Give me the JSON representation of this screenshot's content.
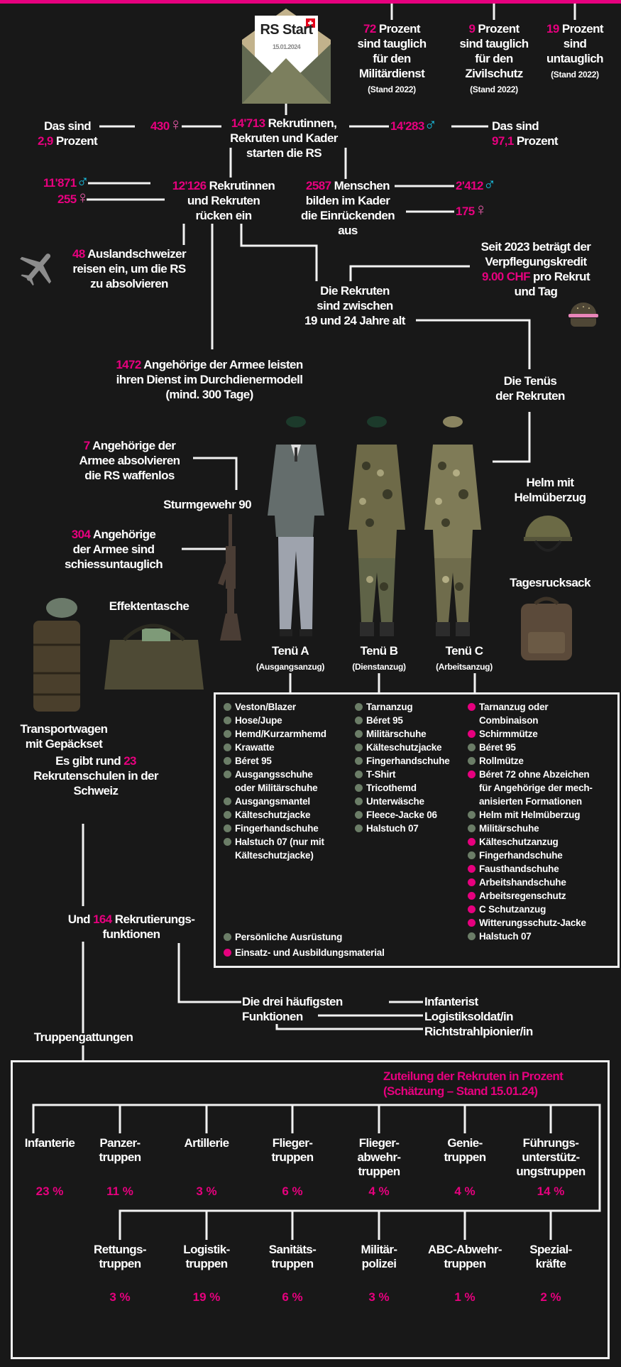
{
  "accent": "#e6007e",
  "envelope": {
    "title": "RS Start",
    "date": "15.01.2024"
  },
  "stats_top": [
    {
      "num": "72",
      "text": [
        "Prozent",
        "sind tauglich",
        "für den",
        "Militärdienst"
      ],
      "note": "(Stand 2022)"
    },
    {
      "num": "9",
      "text": [
        "Prozent",
        "sind tauglich",
        "für den",
        "Zivilschutz"
      ],
      "note": "(Stand 2022)"
    },
    {
      "num": "19",
      "text": [
        "Prozent",
        "sind",
        "untauglich"
      ],
      "note": "(Stand 2022)"
    }
  ],
  "start": {
    "num": "14'713",
    "l1": "Rekrutinnen,",
    "l2": "Rekruten und Kader",
    "l3": "starten die RS"
  },
  "women_total": {
    "num": "430",
    "pre": "Das sind",
    "pct": "2,9",
    "pct_label": "Prozent"
  },
  "men_total": {
    "num": "14'283",
    "pre": "Das sind",
    "pct": "97,1",
    "pct_label": "Prozent"
  },
  "recruits": {
    "num": "12'126",
    "l1": "Rekrutinnen",
    "l2": "und Rekruten",
    "l3": "rücken ein",
    "men": "11'871",
    "women": "255"
  },
  "kader": {
    "num": "2587",
    "l1": "Menschen",
    "l2": "bilden im Kader",
    "l3": "die Einrückenden",
    "l4": "aus",
    "men": "2'412",
    "women": "175"
  },
  "abroad": {
    "num": "48",
    "l1": "Auslandschweizer",
    "l2": "reisen ein, um die RS",
    "l3": "zu absolvieren"
  },
  "food": {
    "l1": "Seit 2023 beträgt der",
    "l2": "Verpflegungskredit",
    "amount": "9.00 CHF",
    "l3": "pro Rekrut",
    "l4": "und Tag"
  },
  "age": {
    "l1": "Die Rekruten",
    "l2": "sind zwischen",
    "l3": "19 und 24 Jahre alt"
  },
  "durchdiener": {
    "num": "1472",
    "l1": "Angehörige der Armee leisten",
    "l2": "ihren Dienst im Durchdienermodell",
    "l3": "(mind. 300 Tage)"
  },
  "tenues_title": {
    "l1": "Die Tenüs",
    "l2": "der Rekruten"
  },
  "unarmed": {
    "num": "7",
    "l1": "Angehörige der",
    "l2": "Armee absolvieren",
    "l3": "die RS waffenlos"
  },
  "rifle": "Sturmgewehr 90",
  "unfit_shoot": {
    "num": "304",
    "l1": "Angehörige",
    "l2": "der Armee sind",
    "l3": "schiessuntauglich"
  },
  "helmet": {
    "l1": "Helm mit",
    "l2": "Helmüberzug"
  },
  "daypack": "Tagesrucksack",
  "bag": "Effektentasche",
  "cart": {
    "l1": "Transportwagen",
    "l2": "mit Gepäckset"
  },
  "tenues": [
    {
      "name": "Tenü A",
      "sub": "(Ausgangsanzug)"
    },
    {
      "name": "Tenü B",
      "sub": "(Dienstanzug)"
    },
    {
      "name": "Tenü C",
      "sub": "(Arbeitsanzug)"
    }
  ],
  "colors": {
    "personal": "#6b7d67",
    "material": "#e6007e"
  },
  "lists": [
    [
      {
        "t": "Veston/Blazer",
        "k": "personal"
      },
      {
        "t": "Hose/Jupe",
        "k": "personal"
      },
      {
        "t": "Hemd/Kurzarmhemd",
        "k": "personal"
      },
      {
        "t": "Krawatte",
        "k": "personal"
      },
      {
        "t": "Béret 95",
        "k": "personal"
      },
      {
        "t": "Ausgangsschuhe\noder Militärschuhe",
        "k": "personal"
      },
      {
        "t": "Ausgangsmantel",
        "k": "personal"
      },
      {
        "t": "Kälteschutzjacke",
        "k": "personal"
      },
      {
        "t": "Fingerhandschuhe",
        "k": "personal"
      },
      {
        "t": "Halstuch 07 (nur mit\nKälteschutzjacke)",
        "k": "personal"
      }
    ],
    [
      {
        "t": "Tarnanzug",
        "k": "personal"
      },
      {
        "t": "Béret 95",
        "k": "personal"
      },
      {
        "t": "Militärschuhe",
        "k": "personal"
      },
      {
        "t": "Kälteschutzjacke",
        "k": "personal"
      },
      {
        "t": "Fingerhandschuhe",
        "k": "personal"
      },
      {
        "t": "T-Shirt",
        "k": "personal"
      },
      {
        "t": "Tricothemd",
        "k": "personal"
      },
      {
        "t": "Unterwäsche",
        "k": "personal"
      },
      {
        "t": "Fleece-Jacke 06",
        "k": "personal"
      },
      {
        "t": "Halstuch 07",
        "k": "personal"
      }
    ],
    [
      {
        "t": "Tarnanzug oder\nCombinaison",
        "k": "material"
      },
      {
        "t": "Schirmmütze",
        "k": "material"
      },
      {
        "t": "Béret 95",
        "k": "personal"
      },
      {
        "t": "Rollmütze",
        "k": "personal"
      },
      {
        "t": "Béret 72 ohne Abzeichen\nfür Angehörige der mech-\nanisierten Formationen",
        "k": "material"
      },
      {
        "t": "Helm mit Helmüberzug",
        "k": "personal"
      },
      {
        "t": "Militärschuhe",
        "k": "personal"
      },
      {
        "t": "Kälteschutzanzug",
        "k": "material"
      },
      {
        "t": "Fingerhandschuhe",
        "k": "personal"
      },
      {
        "t": "Fausthandschuhe",
        "k": "material"
      },
      {
        "t": "Arbeitshandschuhe",
        "k": "material"
      },
      {
        "t": "Arbeitsregenschutz",
        "k": "material"
      },
      {
        "t": "C Schutzanzug",
        "k": "material"
      },
      {
        "t": "Witterungsschutz-Jacke",
        "k": "material"
      },
      {
        "t": "Halstuch 07",
        "k": "personal"
      }
    ]
  ],
  "legend": {
    "personal": "Persönliche Ausrüstung",
    "material": "Einsatz- und Ausbildungsmaterial"
  },
  "schools": {
    "pre": "Es gibt rund",
    "num": "23",
    "l2": "Rekrutenschulen in der",
    "l3": "Schweiz"
  },
  "functions": {
    "pre": "Und",
    "num": "164",
    "l1": "Rekrutierungs-",
    "l2": "funktionen"
  },
  "top3": {
    "l1": "Die drei häufigsten",
    "l2": "Funktionen",
    "items": [
      "Infanterist",
      "Logistiksoldat/in",
      "Richtstrahlpionier/in"
    ]
  },
  "truppen_label": "Truppengattungen",
  "allocation": {
    "title1": "Zuteilung der Rekruten in Prozent",
    "title2": "(Schätzung – Stand 15.01.24)",
    "row1": [
      {
        "name": "Infanterie",
        "pct": "23 %"
      },
      {
        "name": "Panzer-\ntruppen",
        "pct": "11 %"
      },
      {
        "name": "Artillerie",
        "pct": "3 %"
      },
      {
        "name": "Flieger-\ntruppen",
        "pct": "6 %"
      },
      {
        "name": "Flieger-\nabwehr-\ntruppen",
        "pct": "4 %"
      },
      {
        "name": "Genie-\ntruppen",
        "pct": "4 %"
      },
      {
        "name": "Führungs-\nunterstütz-\nungstruppen",
        "pct": "14 %"
      }
    ],
    "row2": [
      {
        "name": "Rettungs-\ntruppen",
        "pct": "3 %"
      },
      {
        "name": "Logistik-\ntruppen",
        "pct": "19 %"
      },
      {
        "name": "Sanitäts-\ntruppen",
        "pct": "6 %"
      },
      {
        "name": "Militär-\npolizei",
        "pct": "3 %"
      },
      {
        "name": "ABC-Abwehr-\ntruppen",
        "pct": "1 %"
      },
      {
        "name": "Spezial-\nkräfte",
        "pct": "2 %"
      }
    ]
  }
}
